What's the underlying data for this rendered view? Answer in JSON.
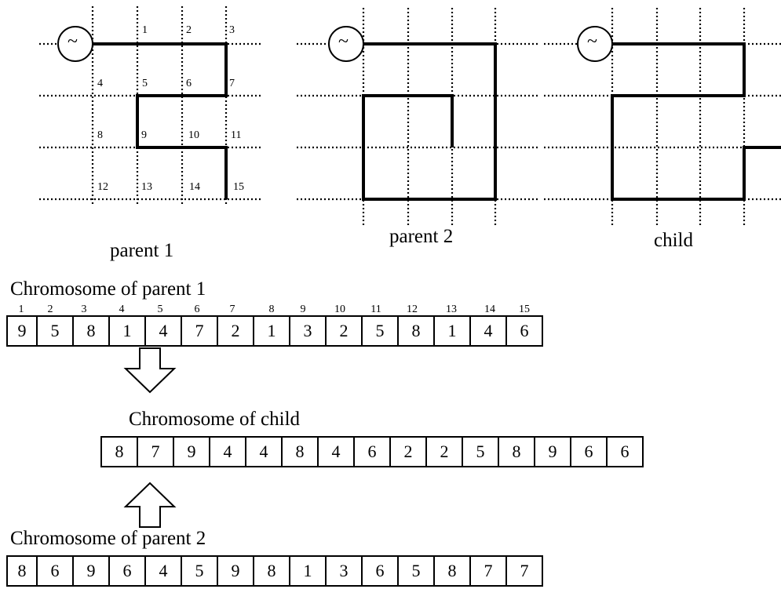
{
  "panels": [
    {
      "title": "parent 1"
    },
    {
      "title": "parent 2"
    },
    {
      "title": "child"
    }
  ],
  "source_symbol": "~",
  "node_numbers": [
    "1",
    "2",
    "3",
    "4",
    "5",
    "6",
    "7",
    "8",
    "9",
    "10",
    "11",
    "12",
    "13",
    "14",
    "15"
  ],
  "parent1_chromosome": {
    "title": "Chromosome of parent 1",
    "positions": [
      "1",
      "2",
      "3",
      "4",
      "5",
      "6",
      "7",
      "8",
      "9",
      "10",
      "11",
      "12",
      "13",
      "14",
      "15"
    ],
    "genes": [
      "9",
      "5",
      "8",
      "1",
      "4",
      "7",
      "2",
      "1",
      "3",
      "2",
      "5",
      "8",
      "1",
      "4",
      "6"
    ]
  },
  "child_chromosome": {
    "title": "Chromosome of child",
    "genes": [
      "8",
      "7",
      "9",
      "4",
      "4",
      "8",
      "4",
      "6",
      "2",
      "2",
      "5",
      "8",
      "9",
      "6",
      "6"
    ]
  },
  "parent2_chromosome": {
    "title": "Chromosome of parent 2",
    "genes": [
      "8",
      "6",
      "9",
      "6",
      "4",
      "5",
      "9",
      "8",
      "1",
      "3",
      "6",
      "5",
      "8",
      "7",
      "7"
    ]
  }
}
